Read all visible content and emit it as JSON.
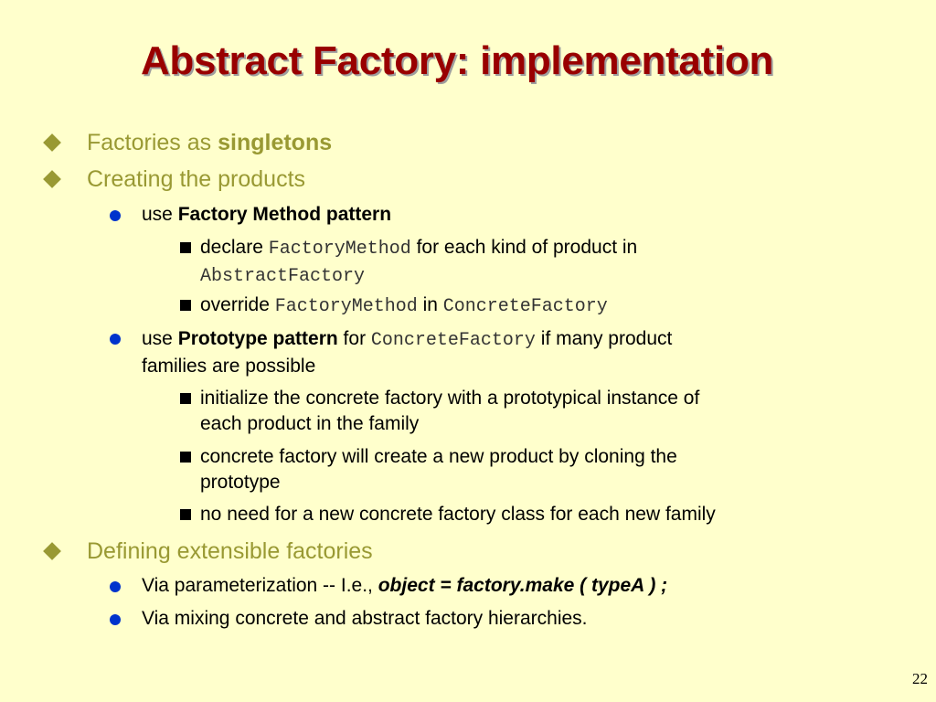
{
  "slide": {
    "title": "Abstract Factory: implementation",
    "page_number": "22",
    "bullets": [
      {
        "text": "Factories as ",
        "bold": "singletons"
      },
      {
        "text": "Creating the products"
      },
      {
        "pre": "use ",
        "bold": "Factory Method pattern"
      },
      {
        "pre": "declare ",
        "code": "FactoryMethod",
        "post": " for each kind of product in",
        "code2": "AbstractFactory"
      },
      {
        "pre": "override ",
        "code": "FactoryMethod",
        "mid": " in ",
        "code2": "ConcreteFactory"
      },
      {
        "pre": "use ",
        "bold": "Prototype pattern",
        "mid": " for ",
        "code": "ConcreteFactory",
        "post": " if many product",
        "line2": "families are possible"
      },
      {
        "line1": "initialize the concrete factory with a prototypical instance of",
        "line2": "each product in the family"
      },
      {
        "line1": "concrete factory will create a new product by cloning the",
        "line2": "prototype"
      },
      {
        "text": "no need for a new concrete factory class for each new family"
      },
      {
        "text": "Defining extensible factories"
      },
      {
        "pre": "Via parameterization -- I.e., ",
        "bi": "object = factory.make ( typeA ) ;"
      },
      {
        "text": "Via mixing concrete and abstract factory hierarchies."
      }
    ]
  }
}
